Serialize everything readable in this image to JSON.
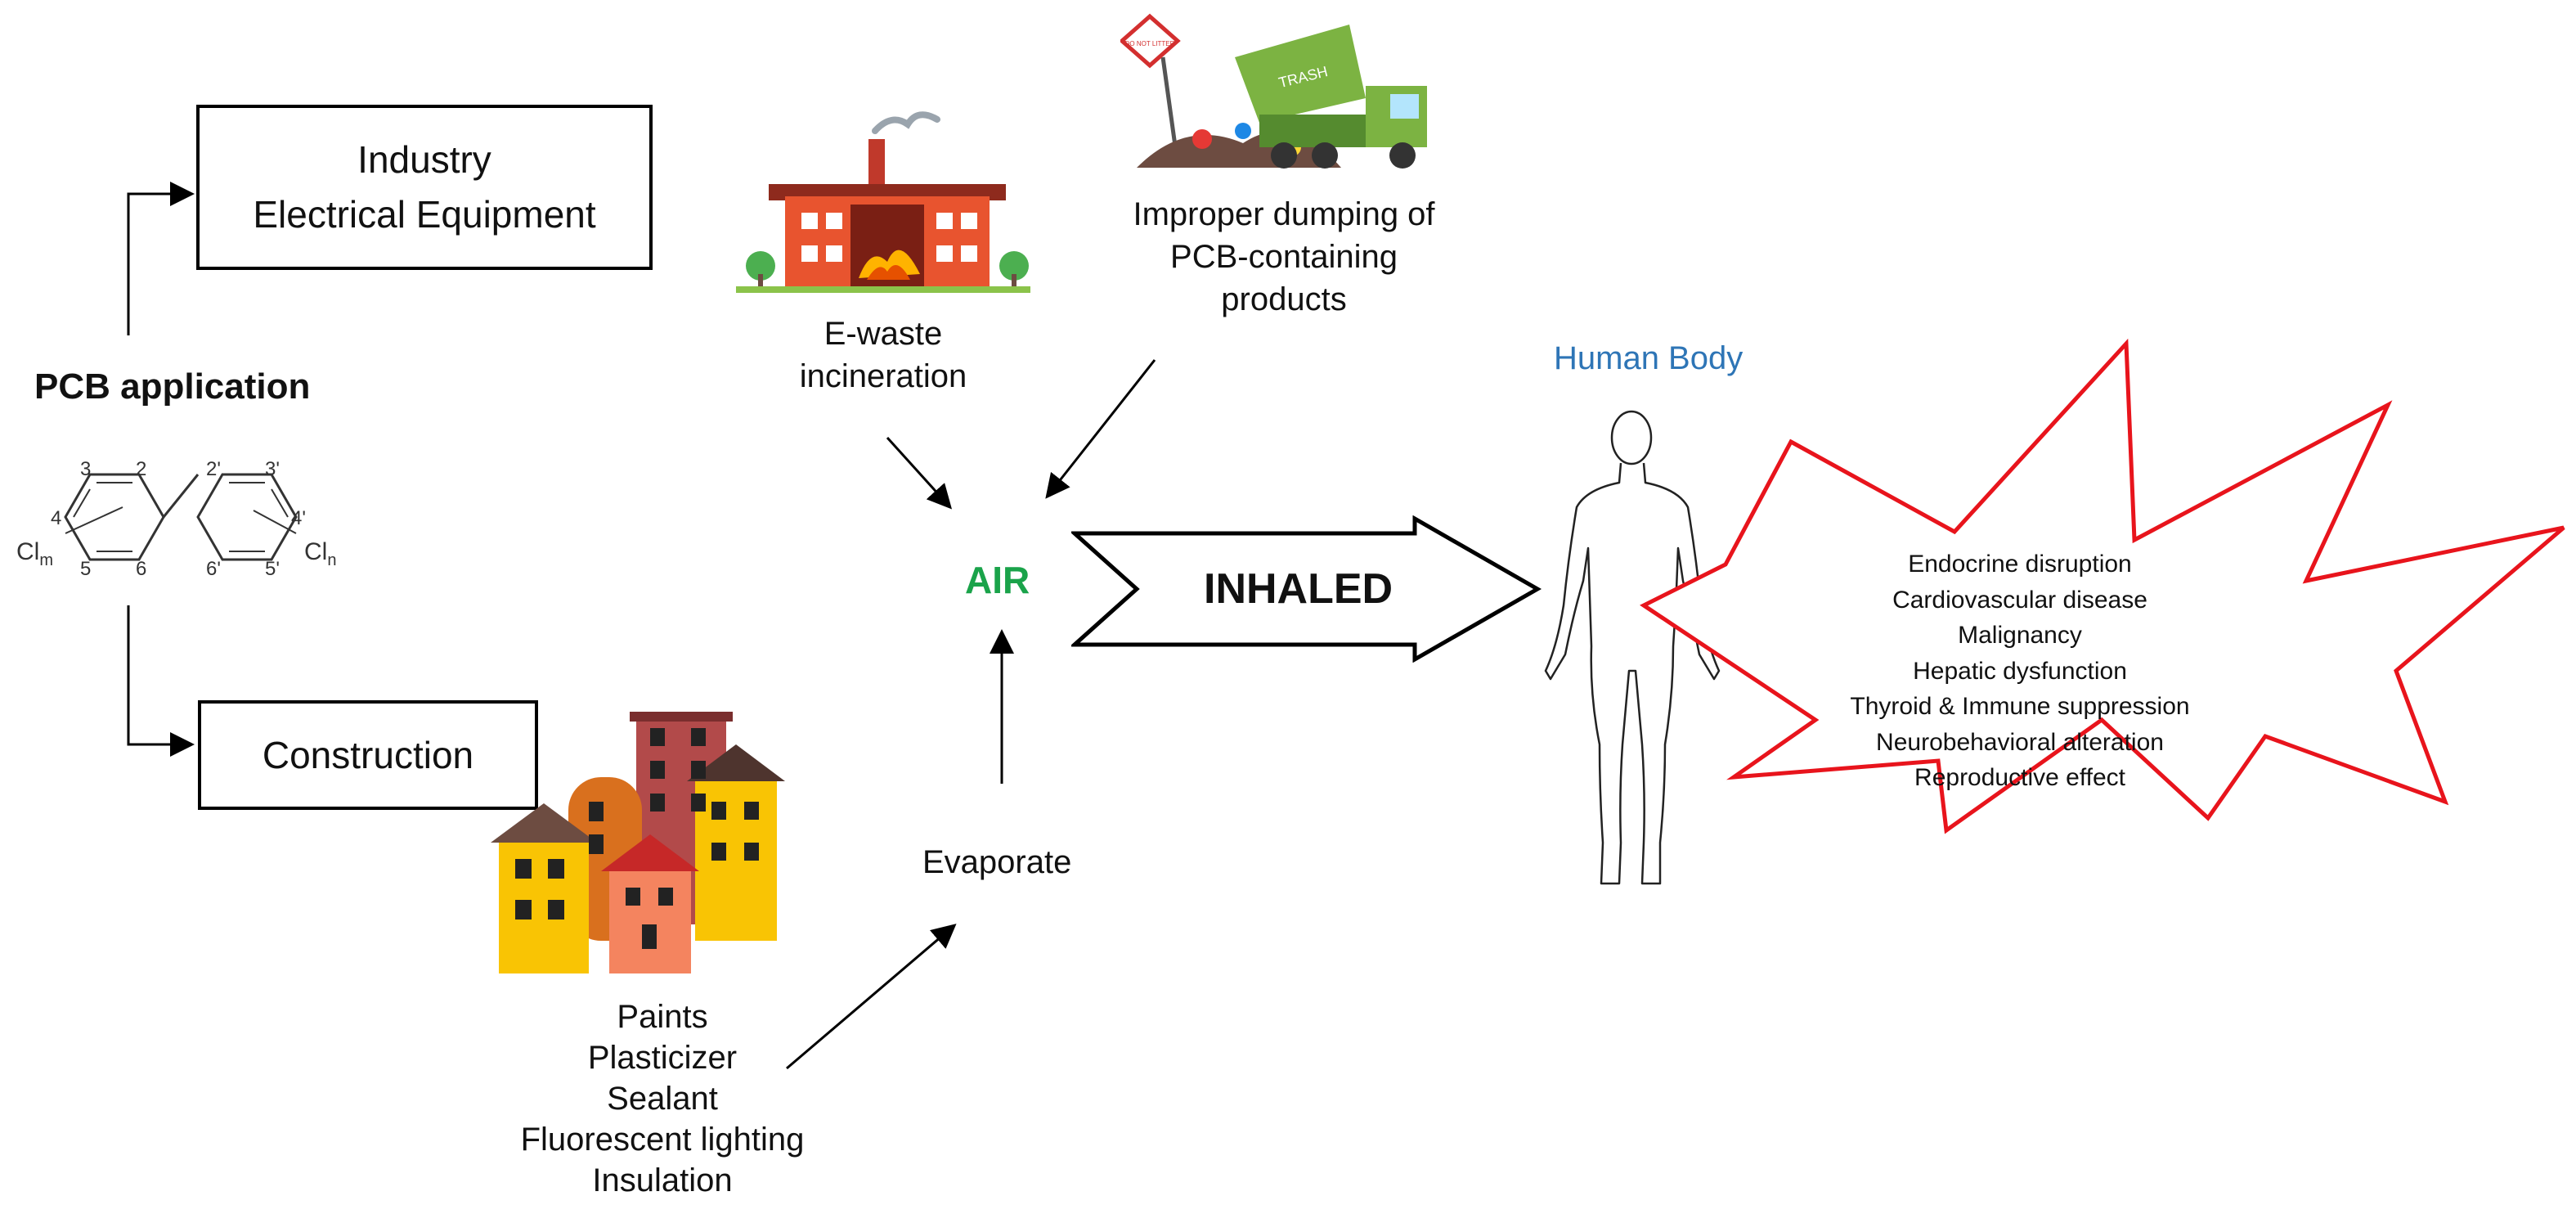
{
  "source": {
    "title": "PCB application",
    "chlorine_left": "Cl",
    "chlorine_left_sub": "m",
    "chlorine_right": "Cl",
    "chlorine_right_sub": "n",
    "ring_positions_left": [
      "3",
      "2",
      "4",
      "5",
      "6"
    ],
    "ring_positions_right": [
      "2'",
      "3'",
      "4'",
      "6'",
      "5'"
    ]
  },
  "industry_box": {
    "line1": "Industry",
    "line2": "Electrical Equipment"
  },
  "construction_box": {
    "label": "Construction"
  },
  "construction_materials": [
    "Paints",
    "Plasticizer",
    "Sealant",
    "Fluorescent lighting",
    "Insulation"
  ],
  "ewaste": {
    "line1": "E-waste",
    "line2": "incineration"
  },
  "dumping": {
    "line1": "Improper dumping of",
    "line2": "PCB-containing",
    "line3": "products",
    "truck_text": "TRASH",
    "sign_text": "DO NOT LITTER"
  },
  "air": {
    "label": "AIR",
    "color": "#1aa34a"
  },
  "evaporate": {
    "label": "Evaporate"
  },
  "inhaled": {
    "label": "INHALED"
  },
  "human_body": {
    "label": "Human Body",
    "color": "#2e75b6"
  },
  "effects": {
    "border_color": "#e8141c",
    "items": [
      "Endocrine disruption",
      "Cardiovascular disease",
      "Malignancy",
      "Hepatic dysfunction",
      "Thyroid & Immune suppression",
      "Neurobehavioral alteration",
      "Reproductive effect"
    ]
  }
}
